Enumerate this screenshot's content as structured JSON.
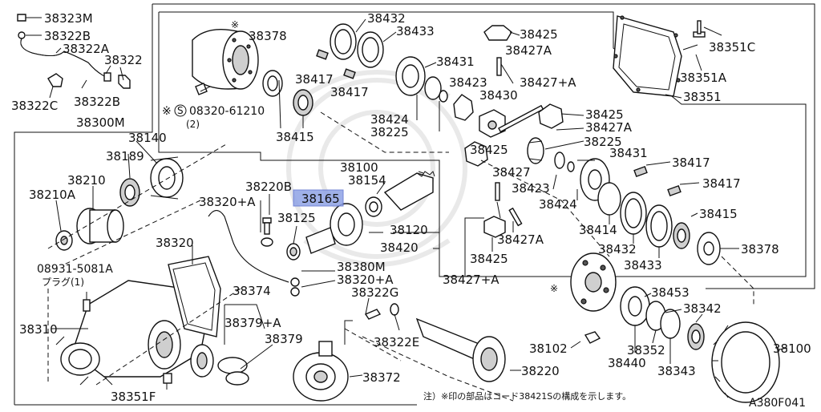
{
  "diagram_code": "A380F041",
  "note": "注）※印の部品はコード38421Sの構成を示します。",
  "labels": {
    "p38323M": "38323M",
    "p38322B_a": "38322B",
    "p38322A": "38322A",
    "p38322": "38322",
    "p38322C": "38322C",
    "p38322B_b": "38322B",
    "p38300M": "38300M",
    "p38378_top": "38378",
    "p38432_top": "38432",
    "p38433_top": "38433",
    "p38425_top": "38425",
    "p38427A_top": "38427A",
    "p38431_top": "38431",
    "p38427A_plus": "38427+A",
    "p38417_a": "38417",
    "p38417_b": "38417",
    "p38423_top": "38423",
    "p38430": "38430",
    "p38424_top": "38424",
    "p38225_top": "38225",
    "bolt_code": "08320-61210",
    "bolt_qty": "(2)",
    "p38415_top": "38415",
    "p38425_mid": "38425",
    "p38427A_mid": "38427A",
    "p38351C": "38351C",
    "p38351A": "38351A",
    "p38351": "38351",
    "p38140": "38140",
    "p38189": "38189",
    "p38210": "38210",
    "p38210A": "38210A",
    "p38100_top": "38100",
    "p38220B": "38220B",
    "p38154": "38154",
    "p38165": "38165",
    "p38320A_a": "38320+A",
    "p38125": "38125",
    "p38120": "38120",
    "p38420": "38420",
    "p38425_left": "38425",
    "p38427_mid": "38427",
    "p38225_r": "38225",
    "p38431_r": "38431",
    "p38417_r1": "38417",
    "p38417_r2": "38417",
    "p38423_r": "38423",
    "p38424_r": "38424",
    "p38415_r": "38415",
    "p38414": "38414",
    "p38432_r": "38432",
    "p38433_r": "38433",
    "p38378_r": "38378",
    "p38427A_low": "38427A",
    "p38425_low": "38425",
    "p38427A_low2": "38427+A",
    "p38320": "38320",
    "plug_code": "08931-5081A",
    "plug_label": "プラグ(1)",
    "p38380M": "38380M",
    "p38320A_b": "38320+A",
    "p38374": "38374",
    "p38322G": "38322G",
    "p38310": "38310",
    "p38379A": "38379+A",
    "p38379": "38379",
    "p38322E": "38322E",
    "p38372": "38372",
    "p38351F": "38351F",
    "p38220": "38220",
    "p38102": "38102",
    "p38453": "38453",
    "p38342": "38342",
    "p38352": "38352",
    "p38440": "38440",
    "p38343": "38343",
    "p38100_r": "38100"
  }
}
